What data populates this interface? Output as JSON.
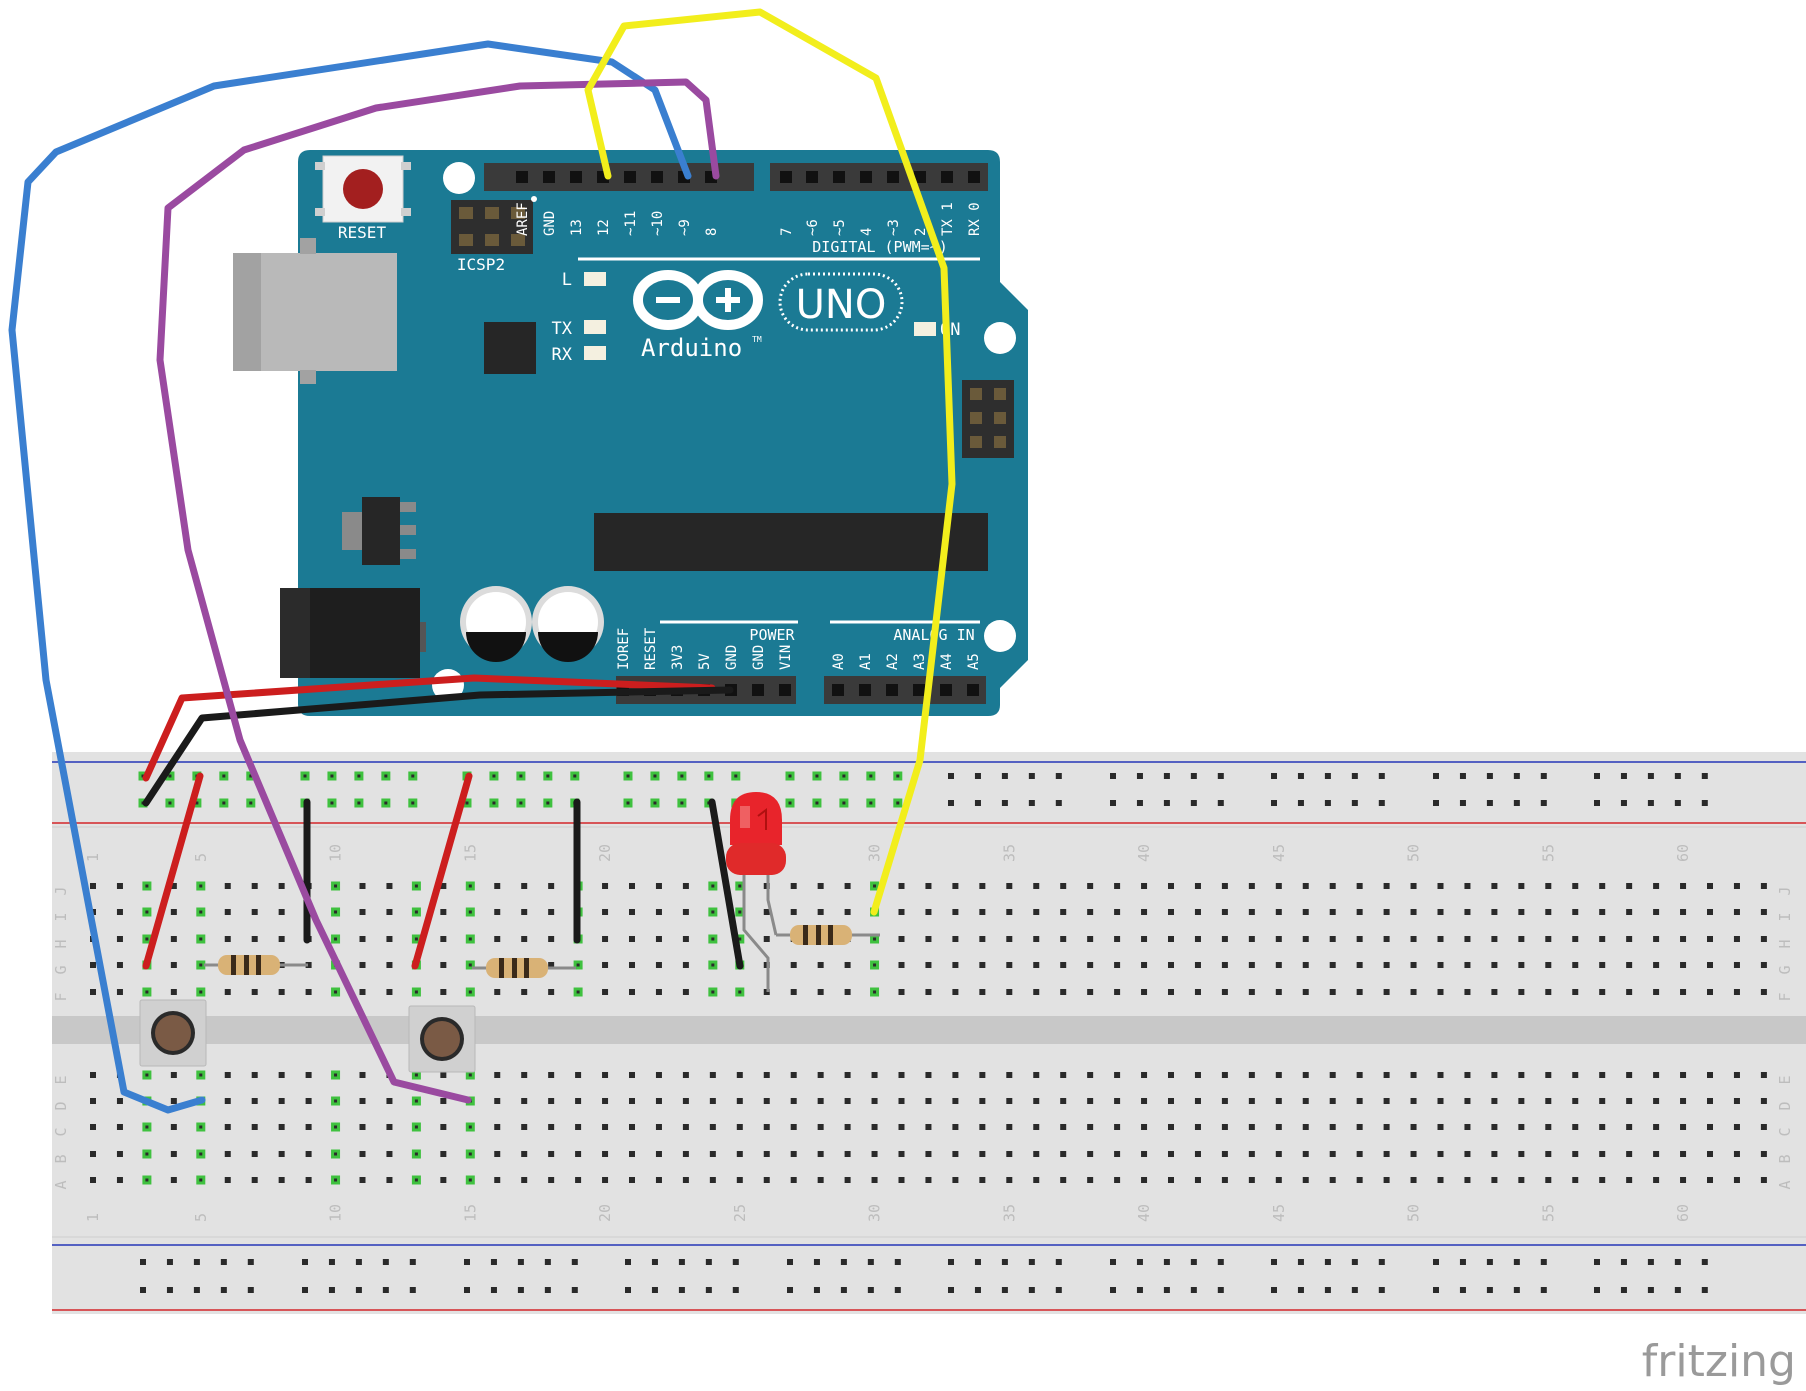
{
  "board": {
    "reset_label": "RESET",
    "icsp_label": "ICSP2",
    "digital_header_label": "DIGITAL (PWM=~)",
    "digital_pins_left": [
      "AREF",
      "GND",
      "13",
      "12",
      "~11",
      "~10",
      "~9",
      "8"
    ],
    "digital_pins_right": [
      "7",
      "~6",
      "~5",
      "4",
      "~3",
      "2",
      "TX 1",
      "RX 0"
    ],
    "led_l": "L",
    "led_tx": "TX",
    "led_rx": "RX",
    "on_label": "ON",
    "uno_label": "UNO",
    "brand_label": "Arduino",
    "tm_label": "TM",
    "power_header_label": "POWER",
    "power_pins": [
      "IOREF",
      "RESET",
      "3V3",
      "5V",
      "GND",
      "GND",
      "VIN"
    ],
    "analog_header_label": "ANALOG IN",
    "analog_pins": [
      "A0",
      "A1",
      "A2",
      "A3",
      "A4",
      "A5"
    ],
    "colors": {
      "pcb": "#1b7a94",
      "header": "#3a3a3a"
    }
  },
  "breadboard": {
    "columns": 63,
    "column_label_values": [
      "1",
      "5",
      "10",
      "15",
      "20",
      "25",
      "30",
      "35",
      "40",
      "45",
      "50",
      "55",
      "60"
    ],
    "row_labels_top": [
      "J",
      "I",
      "H",
      "G",
      "F"
    ],
    "row_labels_bottom": [
      "E",
      "D",
      "C",
      "B",
      "A"
    ],
    "colors": {
      "body": "#e2e2e2",
      "rail_red": "#d3262b",
      "rail_blue": "#2536b8"
    }
  },
  "wires": {
    "colors": {
      "blue": "#3a7fd0",
      "purple": "#9a4aa0",
      "yellow": "#f2ee1c",
      "red": "#cc1e1e",
      "black": "#1a1a1a"
    }
  },
  "watermark": "fritzing"
}
